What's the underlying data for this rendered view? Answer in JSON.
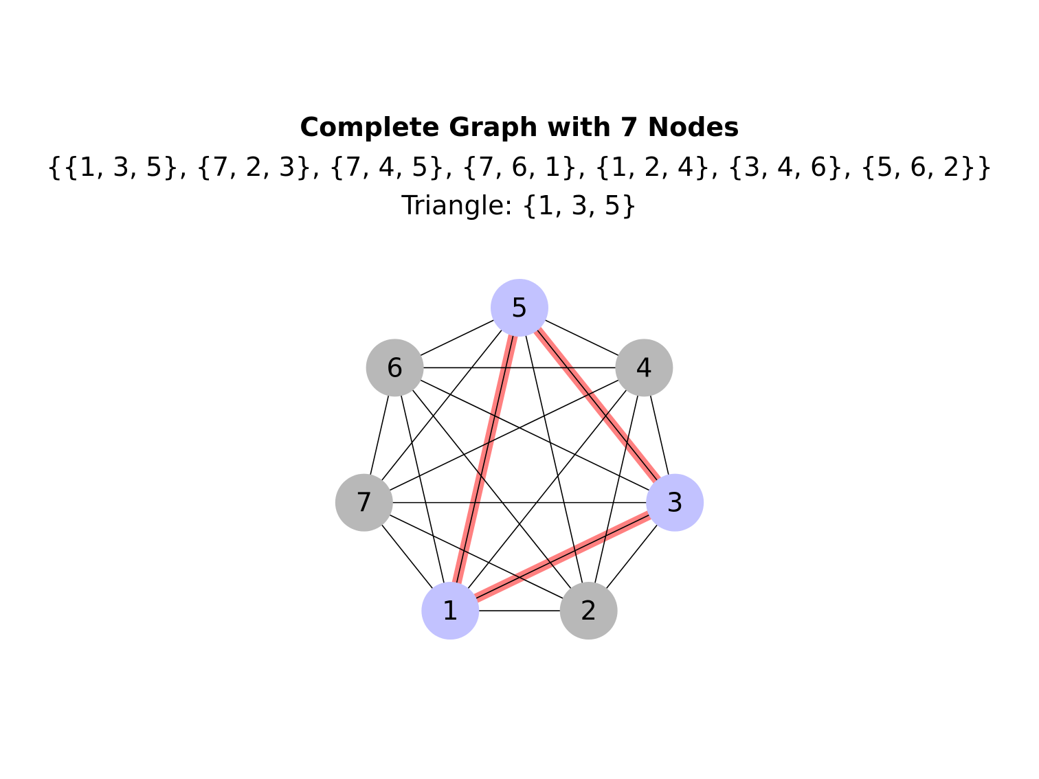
{
  "title": {
    "main": "Complete Graph with 7 Nodes",
    "sets": "{{1, 3, 5}, {7, 2, 3}, {7, 4, 5}, {7, 6, 1}, {1, 2, 4}, {3, 4, 6}, {5, 6, 2}}",
    "triangle": "Triangle: {1, 3, 5}"
  },
  "graph": {
    "nodes": [
      {
        "id": "1",
        "highlighted": true
      },
      {
        "id": "2",
        "highlighted": false
      },
      {
        "id": "3",
        "highlighted": true
      },
      {
        "id": "4",
        "highlighted": false
      },
      {
        "id": "5",
        "highlighted": true
      },
      {
        "id": "6",
        "highlighted": false
      },
      {
        "id": "7",
        "highlighted": false
      }
    ],
    "edges": [
      [
        "1",
        "2"
      ],
      [
        "1",
        "3"
      ],
      [
        "1",
        "4"
      ],
      [
        "1",
        "5"
      ],
      [
        "1",
        "6"
      ],
      [
        "1",
        "7"
      ],
      [
        "2",
        "3"
      ],
      [
        "2",
        "4"
      ],
      [
        "2",
        "5"
      ],
      [
        "2",
        "6"
      ],
      [
        "2",
        "7"
      ],
      [
        "3",
        "4"
      ],
      [
        "3",
        "5"
      ],
      [
        "3",
        "6"
      ],
      [
        "3",
        "7"
      ],
      [
        "4",
        "5"
      ],
      [
        "4",
        "6"
      ],
      [
        "4",
        "7"
      ],
      [
        "5",
        "6"
      ],
      [
        "5",
        "7"
      ],
      [
        "6",
        "7"
      ]
    ],
    "highlighted_edges": [
      [
        "1",
        "3"
      ],
      [
        "3",
        "5"
      ],
      [
        "5",
        "1"
      ]
    ],
    "colors": {
      "highlight_node": "#c2c2ff",
      "normal_node": "#b8b8b8",
      "highlight_edge": "#ff8080",
      "edge": "#000000"
    }
  }
}
